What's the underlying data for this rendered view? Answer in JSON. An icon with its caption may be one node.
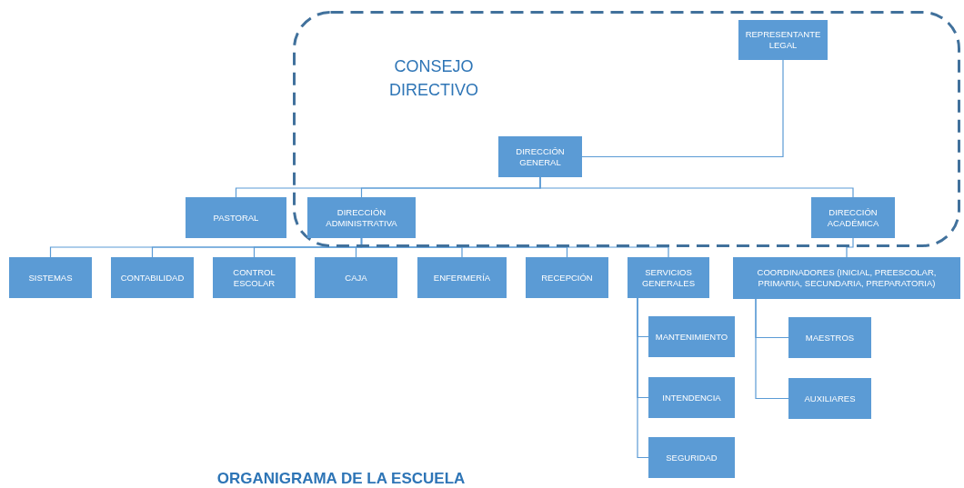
{
  "diagram": {
    "title": "ORGANIGRAMA DE LA ESCUELA",
    "nodes": [
      {
        "text": [
          "CONSEJO DIRECTIVO"
        ]
      },
      {
        "text": [
          "REPRESENTANTE LEGAL"
        ],
        "in": 0
      },
      {
        "text": [
          "DIRECCIÓN GENERAL"
        ],
        "in": 0
      },
      {
        "text": [
          "PASTORAL"
        ]
      },
      {
        "text": [
          "DIRECCIÓN ADMINISTRATIVA"
        ],
        "in": 0
      },
      {
        "text": [
          "DIRECCIÓN ACADÉMICA"
        ],
        "in": 0
      },
      {
        "text": [
          "SISTEMAS"
        ]
      },
      {
        "text": [
          "CONTABILIDAD"
        ]
      },
      {
        "text": [
          "CONTROL ESCOLAR"
        ]
      },
      {
        "text": [
          "CAJA"
        ]
      },
      {
        "text": [
          "ENFERMERÍA"
        ]
      },
      {
        "text": [
          "RECEPCIÓN"
        ]
      },
      {
        "text": [
          "SERVICIOS GENERALES"
        ]
      },
      {
        "text": [
          "COORDINADORES (INICIAL, PREESCOLAR, PRIMARIA, SECUNDARIA, PREPARATORIA)"
        ]
      },
      {
        "text": [
          "MANTENIMIENTO"
        ]
      },
      {
        "text": [
          "INTENDENCIA"
        ]
      },
      {
        "text": [
          "SEGURIDAD"
        ]
      },
      {
        "text": [
          "MAESTROS"
        ]
      },
      {
        "text": [
          "AUXILIARES"
        ]
      }
    ],
    "edges": [
      {
        "from": 1,
        "to": 2,
        "arrow": "none"
      },
      {
        "from": 2,
        "to": 3,
        "arrow": "none"
      },
      {
        "from": 2,
        "to": 4,
        "arrow": "none"
      },
      {
        "from": 2,
        "to": 5,
        "arrow": "none"
      },
      {
        "from": 4,
        "to": 6,
        "arrow": "none"
      },
      {
        "from": 4,
        "to": 7,
        "arrow": "none"
      },
      {
        "from": 4,
        "to": 8,
        "arrow": "none"
      },
      {
        "from": 4,
        "to": 9,
        "arrow": "none"
      },
      {
        "from": 4,
        "to": 10,
        "arrow": "none"
      },
      {
        "from": 4,
        "to": 11,
        "arrow": "none"
      },
      {
        "from": 4,
        "to": 12,
        "arrow": "none"
      },
      {
        "from": 5,
        "to": 13,
        "arrow": "none"
      },
      {
        "from": 12,
        "to": 14,
        "arrow": "none"
      },
      {
        "from": 12,
        "to": 15,
        "arrow": "none"
      },
      {
        "from": 12,
        "to": 16,
        "arrow": "none"
      },
      {
        "from": 13,
        "to": 17,
        "arrow": "none"
      },
      {
        "from": 13,
        "to": 18,
        "arrow": "none"
      }
    ]
  }
}
